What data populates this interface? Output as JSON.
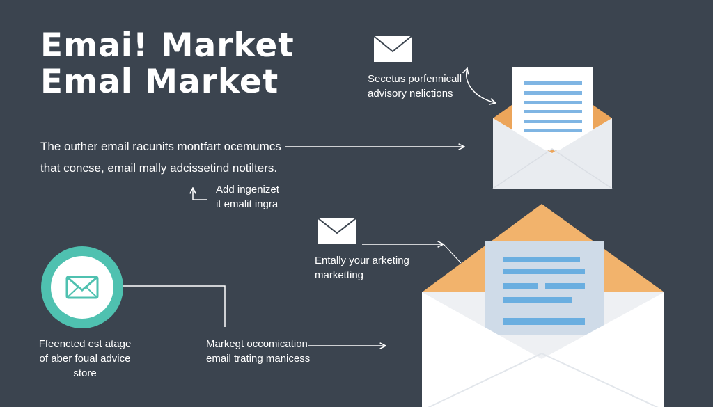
{
  "title": {
    "line1": "Emai! Market",
    "line2": "Emal  Market"
  },
  "top_right_note": {
    "line1": "Secetus porfennicall",
    "line2": "advisory nelictions"
  },
  "intro": {
    "line1": "The outher email racunits montfart ocemumcs",
    "line2": "that concse, email mally adcissetind notilters."
  },
  "small_note": {
    "line1": "Add ingenizet",
    "line2": "it emalit ingra"
  },
  "middle_note": {
    "line1": "Entally your arketing",
    "line2": "marketting"
  },
  "circle_caption": {
    "line1": "Ffeencted  est atage",
    "line2": "of aber foual advice",
    "line3": "store"
  },
  "bottom_note": {
    "line1": "Markegt occomication",
    "line2": "email trating manicess"
  },
  "colors": {
    "background": "#3b444f",
    "envelope": "#eef0f3",
    "flap": "#f2b36c",
    "letter_lines": "#7fb5e3",
    "circle": "#4fc1b0"
  },
  "icons": [
    "mail-icon",
    "envelope-letter-icon",
    "mail-circle-icon",
    "arrow-icon"
  ]
}
